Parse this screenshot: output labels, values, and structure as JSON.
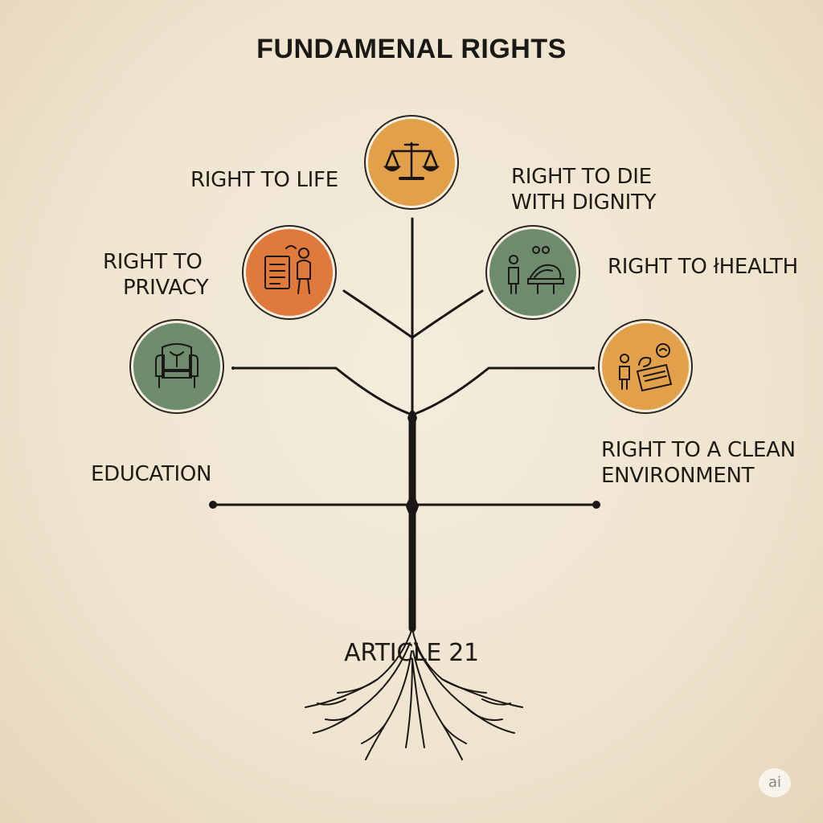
{
  "title": "FUNDAMENAL RIGHTS",
  "root": {
    "label": "ARTICLE 21"
  },
  "branches": [
    {
      "label_lines": [
        "RIGHT TO LIFE"
      ],
      "icon": "scales-of-justice-icon",
      "color": "#e2a04a"
    },
    {
      "label_lines": [
        "RIGHT TO DIE",
        "WITH DIGNITY"
      ],
      "icon": "dignity-scene-icon",
      "color": "#6e8b6e"
    },
    {
      "label_lines": [
        "RIGHT TO",
        "PRIVACY"
      ],
      "icon": "document-and-person-icon",
      "color": "#e07a3c"
    },
    {
      "label_lines": [
        "RIGHT TO łHEALTH"
      ],
      "icon": "person-with-chart-icon",
      "color": "#e2a04a"
    },
    {
      "label_lines": [
        "EDUCATION"
      ],
      "icon": "armchair-icon",
      "color": "#6e8b6e"
    },
    {
      "label_lines": [
        "RIGHT TO A CLEAN",
        "ENVIRONMENT"
      ],
      "icon": "",
      "color": ""
    }
  ],
  "watermark": "ai",
  "colors": {
    "background": "#efe4cf",
    "line": "#1a1714",
    "ring": "#f7efe0"
  }
}
